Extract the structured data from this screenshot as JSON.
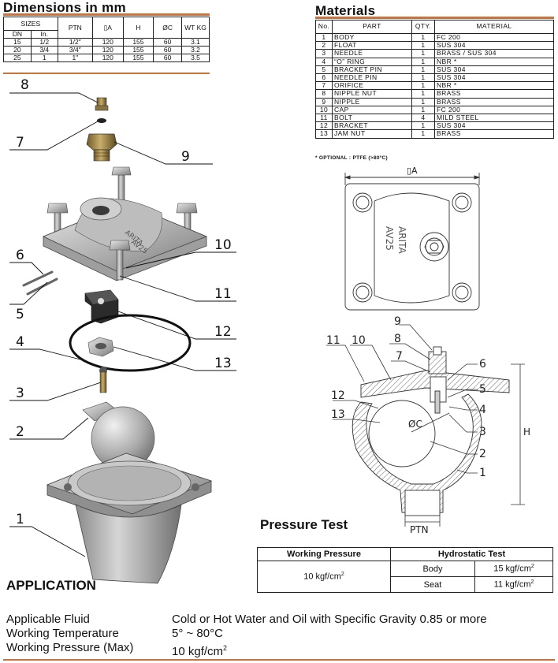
{
  "dimensions": {
    "title": "Dimensions in mm",
    "headers": {
      "sizes": "SIZES",
      "dn": "DN",
      "in": "In.",
      "ptn": "PTN",
      "a": "▯A",
      "h": "H",
      "c": "ØC",
      "wt": "WT KG"
    },
    "rows": [
      [
        "15",
        "1/2",
        "1/2″",
        "120",
        "155",
        "60",
        "3.1"
      ],
      [
        "20",
        "3/4",
        "3/4″",
        "120",
        "155",
        "60",
        "3.2"
      ],
      [
        "25",
        "1",
        "1″",
        "120",
        "155",
        "60",
        "3.5"
      ]
    ]
  },
  "materials": {
    "title": "Materials",
    "headers": {
      "no": "No.",
      "part": "PART",
      "qty": "QTY.",
      "material": "MATERIAL"
    },
    "rows": [
      [
        "1",
        "BODY",
        "1",
        "FC 200"
      ],
      [
        "2",
        "FLOAT",
        "1",
        "SUS 304"
      ],
      [
        "3",
        "NEEDLE",
        "1",
        "BRASS / SUS 304"
      ],
      [
        "4",
        "“O” RING",
        "1",
        "NBR *"
      ],
      [
        "5",
        "BRACKET PIN",
        "1",
        "SUS 304"
      ],
      [
        "6",
        "NEEDLE PIN",
        "1",
        "SUS 304"
      ],
      [
        "7",
        "ORIFICE",
        "1",
        "NBR *"
      ],
      [
        "8",
        "NIPPLE NUT",
        "1",
        "BRASS"
      ],
      [
        "9",
        "NIPPLE",
        "1",
        "BRASS"
      ],
      [
        "10",
        "CAP",
        "1",
        "FC 200"
      ],
      [
        "11",
        "BOLT",
        "4",
        "MILD STEEL"
      ],
      [
        "12",
        "BRACKET",
        "1",
        "SUS 304"
      ],
      [
        "13",
        "JAM NUT",
        "1",
        "BRASS"
      ]
    ],
    "note": "* OPTIONAL : PTFE (>80ºC)"
  },
  "exploded_labels": [
    "8",
    "7",
    "9",
    "10",
    "6",
    "11",
    "5",
    "12",
    "4",
    "13",
    "3",
    "2",
    "1"
  ],
  "drawing": {
    "top_dim": "▯A",
    "body_text_1": "ARITA",
    "body_text_2": "AV25",
    "section_labels": [
      "9",
      "11",
      "10",
      "8",
      "7",
      "6",
      "5",
      "12",
      "4",
      "13",
      "3",
      "2",
      "1"
    ],
    "dim_c": "ØC",
    "dim_h": "H",
    "dim_ptn": "PTN"
  },
  "pressure_test": {
    "title": "Pressure Test",
    "working_pressure": "Working Pressure",
    "hydrostatic_test": "Hydrostatic Test",
    "wp_value": "10 kgf/cm",
    "body": "Body",
    "body_value": "15 kgf/cm",
    "seat": "Seat",
    "seat_value": "11 kgf/cm",
    "sup": "2"
  },
  "application": {
    "title": "APPLICATION",
    "rows": [
      {
        "label": "Applicable Fluid",
        "value": "Cold or Hot Water and Oil with Specific Gravity 0.85 or more",
        "sup": ""
      },
      {
        "label": "Working Temperature",
        "value": "5° ~ 80°C",
        "sup": ""
      },
      {
        "label": "Working Pressure (Max)",
        "value": "10 kgf/cm",
        "sup": "2"
      }
    ]
  },
  "colors": {
    "accent": "#c8743e",
    "metal": "#b9b9b9",
    "brass": "#a58a4c"
  }
}
